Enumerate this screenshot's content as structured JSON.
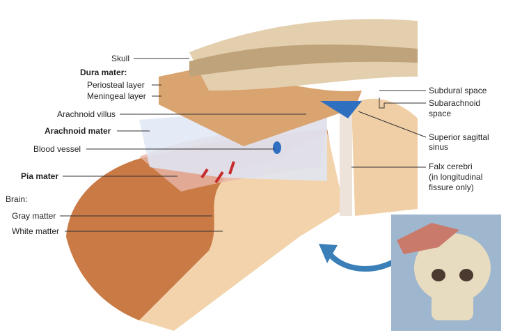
{
  "labels_left": {
    "skull": "Skull",
    "dura_mater": "Dura mater:",
    "periosteal_layer": "Periosteal layer",
    "meningeal_layer": "Meningeal layer",
    "arachnoid_villus": "Arachnoid villus",
    "arachnoid_mater": "Arachnoid mater",
    "blood_vessel": "Blood vessel",
    "pia_mater": "Pia mater",
    "brain": "Brain:",
    "gray_matter": "Gray matter",
    "white_matter": "White matter"
  },
  "labels_right": {
    "subdural_space": "Subdural space",
    "subarachnoid_space_1": "Subarachnoid",
    "subarachnoid_space_2": "space",
    "superior_sagittal_sinus_1": "Superior sagittal",
    "superior_sagittal_sinus_2": "sinus",
    "falx_cerebri_1": "Falx cerebri",
    "falx_cerebri_2": "(in longitudinal",
    "falx_cerebri_3": "fissure only)"
  },
  "colors": {
    "skull": "#e3cfae",
    "dura": "#d9a470",
    "arachnoid": "#dfe6f5",
    "gray_matter": "#c97a45",
    "white_matter": "#f3d3ab",
    "vessel_blue": "#2f6fc0",
    "vessel_red": "#c62a2a",
    "arrow": "#3a7fb8",
    "inset_bg": "#9fb6cf"
  }
}
